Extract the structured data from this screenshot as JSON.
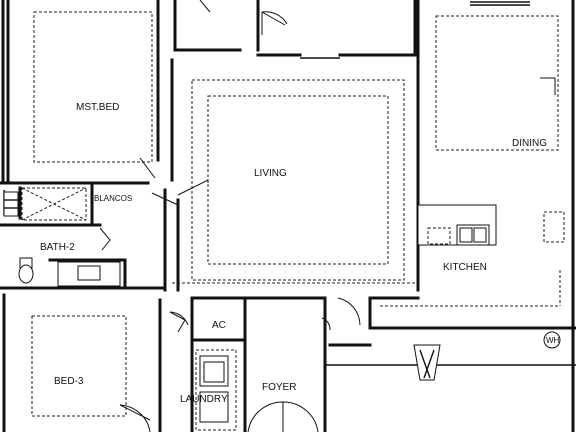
{
  "rooms": {
    "master_bedroom": "MST.BED",
    "living": "LIVING",
    "dining": "DINING",
    "blancos": "BLANCOS",
    "bath2": "BATH-2",
    "kitchen": "KITCHEN",
    "ac": "AC",
    "bedroom3": "BED-3",
    "laundry": "LAUNDRY",
    "foyer": "FOYER"
  },
  "fixtures": {
    "water_heater": "WH"
  }
}
